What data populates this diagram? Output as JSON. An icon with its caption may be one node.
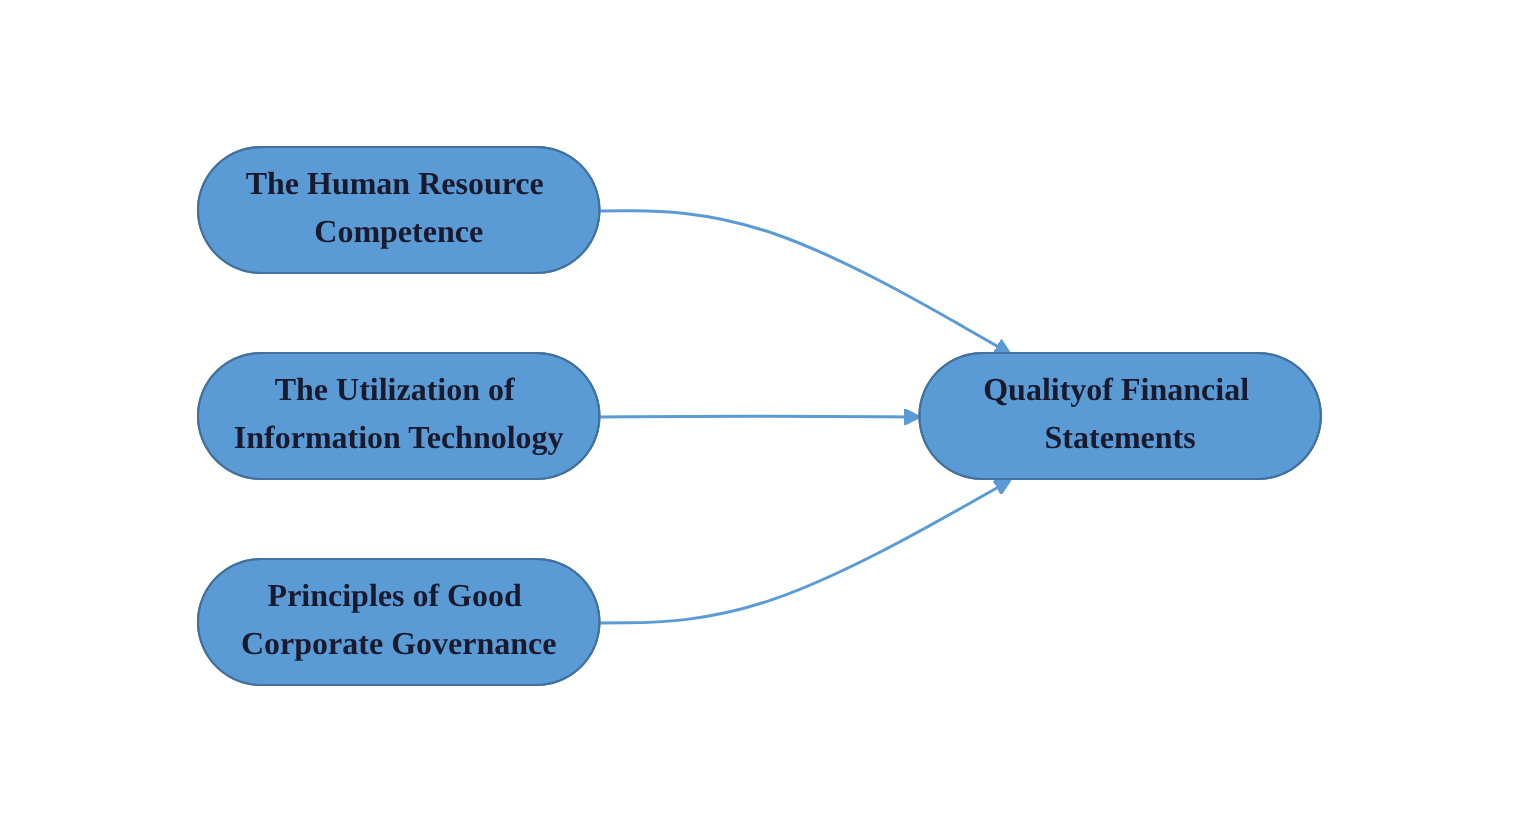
{
  "diagram": {
    "nodes": [
      {
        "text": [
          "The Human Resource Competence"
        ]
      },
      {
        "text": [
          "The Utilization of Information Technology"
        ]
      },
      {
        "text": [
          "Principles of Good Corporate Governance"
        ]
      },
      {
        "text": [
          "Qualityof Financial Statements"
        ]
      }
    ],
    "edges": [
      {
        "from": 0,
        "to": 3,
        "arrow": "to"
      },
      {
        "from": 1,
        "to": 3,
        "arrow": "to"
      },
      {
        "from": 2,
        "to": 3,
        "arrow": "to"
      }
    ]
  }
}
